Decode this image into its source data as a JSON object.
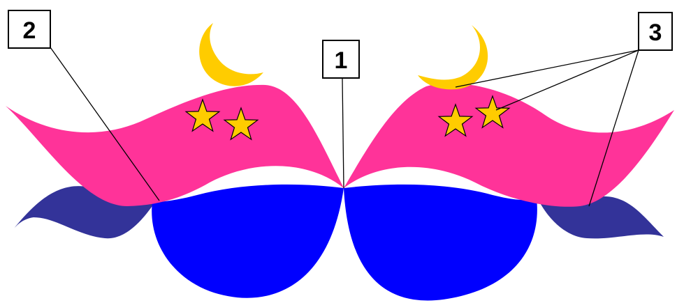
{
  "callouts": [
    {
      "id": "1",
      "label": "1"
    },
    {
      "id": "2",
      "label": "2"
    },
    {
      "id": "3",
      "label": "3"
    }
  ],
  "colors": {
    "wing_pink": "#ff3399",
    "lower_wing_blue": "#0000ff",
    "tail_navy": "#333399",
    "moon_gold": "#ffcc00",
    "star_gold": "#ffcc00",
    "outline_black": "#000000",
    "background": "#ffffff"
  },
  "icons": {
    "moon": "crescent-moon-icon",
    "star": "five-point-star-icon"
  }
}
